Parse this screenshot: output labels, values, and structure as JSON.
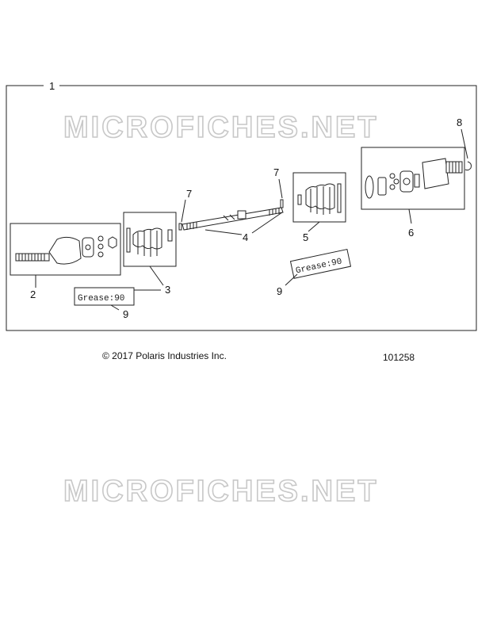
{
  "watermark": "MICROFICHES.NET",
  "callouts": [
    "1",
    "2",
    "3",
    "4",
    "5",
    "6",
    "7",
    "7",
    "8",
    "9",
    "9"
  ],
  "labels": {
    "grease_left": "Grease:90",
    "grease_right": "Grease:90"
  },
  "footer": {
    "copyright": "© 2017 Polaris Industries Inc.",
    "figure_number": "101258"
  }
}
